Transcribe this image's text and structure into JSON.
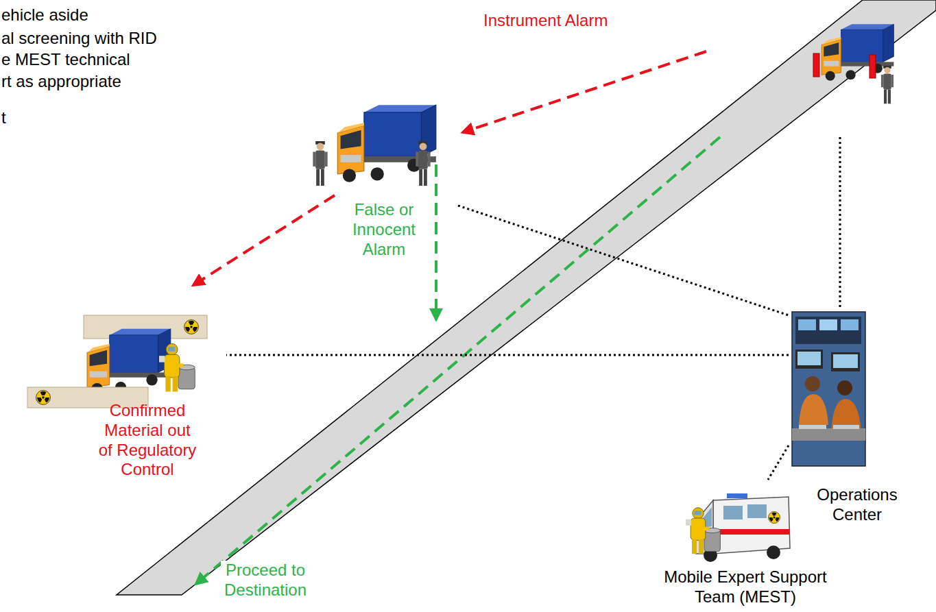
{
  "diagram": {
    "nodes": [
      {
        "text": [
          "Confirmed Material out of Regulatory Control"
        ]
      },
      {
        "text": [
          "Operations Center"
        ]
      },
      {
        "text": [
          "Mobile Expert Support Team (MEST)"
        ]
      }
    ],
    "edges": [
      {
        "from": 1,
        "to": 0,
        "arrow": "none"
      },
      {
        "from": 1,
        "to": 2,
        "arrow": "none"
      }
    ],
    "labels": [
      "ehicle aside",
      "al screening with RID",
      "e MEST technical",
      "rt as appropriate",
      "t",
      "Instrument Alarm",
      "False or Innocent Alarm",
      "Proceed to Destination"
    ]
  }
}
